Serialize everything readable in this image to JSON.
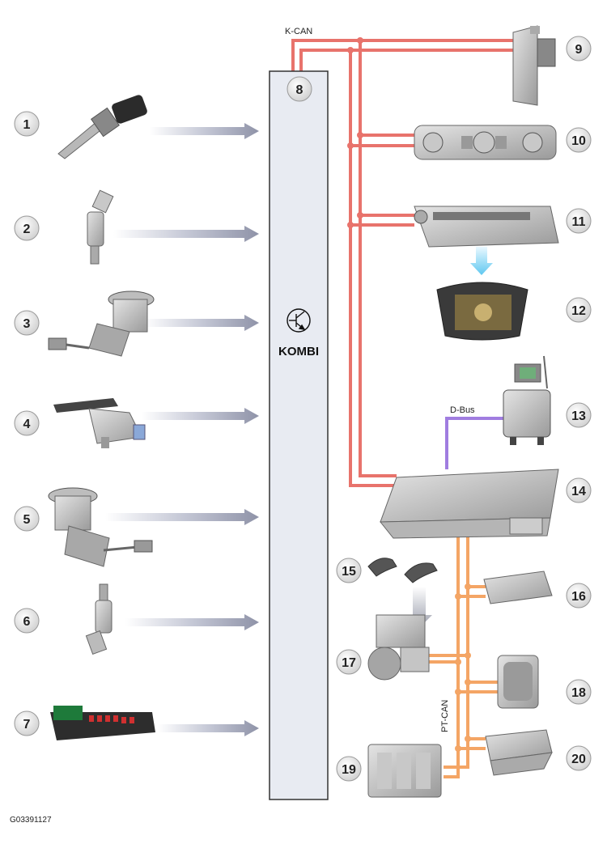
{
  "labels": {
    "kcan": "K-CAN",
    "dbus": "D-Bus",
    "ptcan": "PT-CAN",
    "kombi": "KOMBI",
    "figure_code": "G03391127"
  },
  "callouts": [
    "1",
    "2",
    "3",
    "4",
    "5",
    "6",
    "7",
    "8",
    "9",
    "10",
    "11",
    "12",
    "13",
    "14",
    "15",
    "16",
    "17",
    "18",
    "19",
    "20"
  ],
  "colors": {
    "kcan": "#e8736c",
    "dbus": "#a07de0",
    "ptcan": "#f4a565",
    "kombi_fill": "#e8ebf2",
    "kombi_stroke": "#333333",
    "arrow": "#8f93a8",
    "callout_fill": "#e6e6e6"
  }
}
